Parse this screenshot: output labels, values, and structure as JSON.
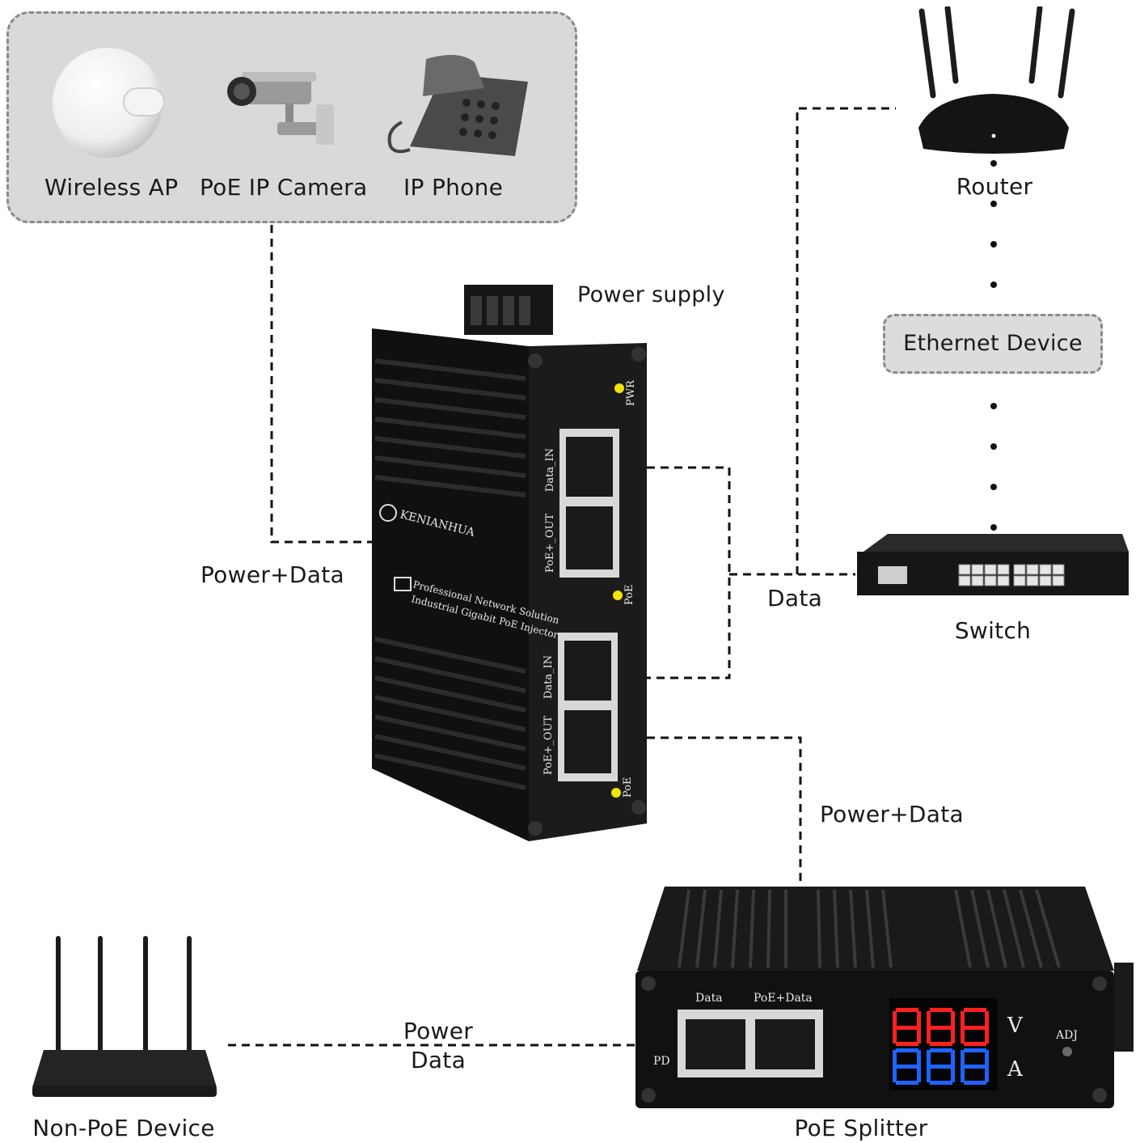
{
  "devices_group": {
    "wireless_ap": "Wireless AP",
    "poe_ip_camera": "PoE IP Camera",
    "ip_phone": "IP Phone"
  },
  "labels": {
    "power_supply": "Power supply",
    "power_data_left": "Power+Data",
    "data_mid": "Data",
    "power_data_right": "Power+Data",
    "power": "Power",
    "data_bottom": "Data",
    "router": "Router",
    "ethernet_device": "Ethernet Device",
    "switch": "Switch",
    "non_poe_device": "Non-PoE Device",
    "poe_splitter": "PoE Splitter"
  },
  "injector": {
    "brand": "KENIANHUA",
    "desc_line1": "Professional Network Solution",
    "desc_line2": "Industrial Gigabit PoE Injector",
    "pwr": "PWR",
    "poe_1": "PoE",
    "poe_2": "PoE",
    "data_in_1": "Data_IN",
    "poe_out_1": "PoE+_OUT",
    "data_in_2": "Data_IN",
    "poe_out_2": "PoE+_OUT"
  },
  "splitter": {
    "port_data": "Data",
    "port_poe_data": "PoE+Data",
    "pd": "PD",
    "adj": "ADJ",
    "unit_v": "V",
    "unit_a": "A"
  },
  "colors": {
    "led_yellow": "#f2e30a",
    "display_red": "#ff2020",
    "display_blue": "#1e63ff"
  }
}
